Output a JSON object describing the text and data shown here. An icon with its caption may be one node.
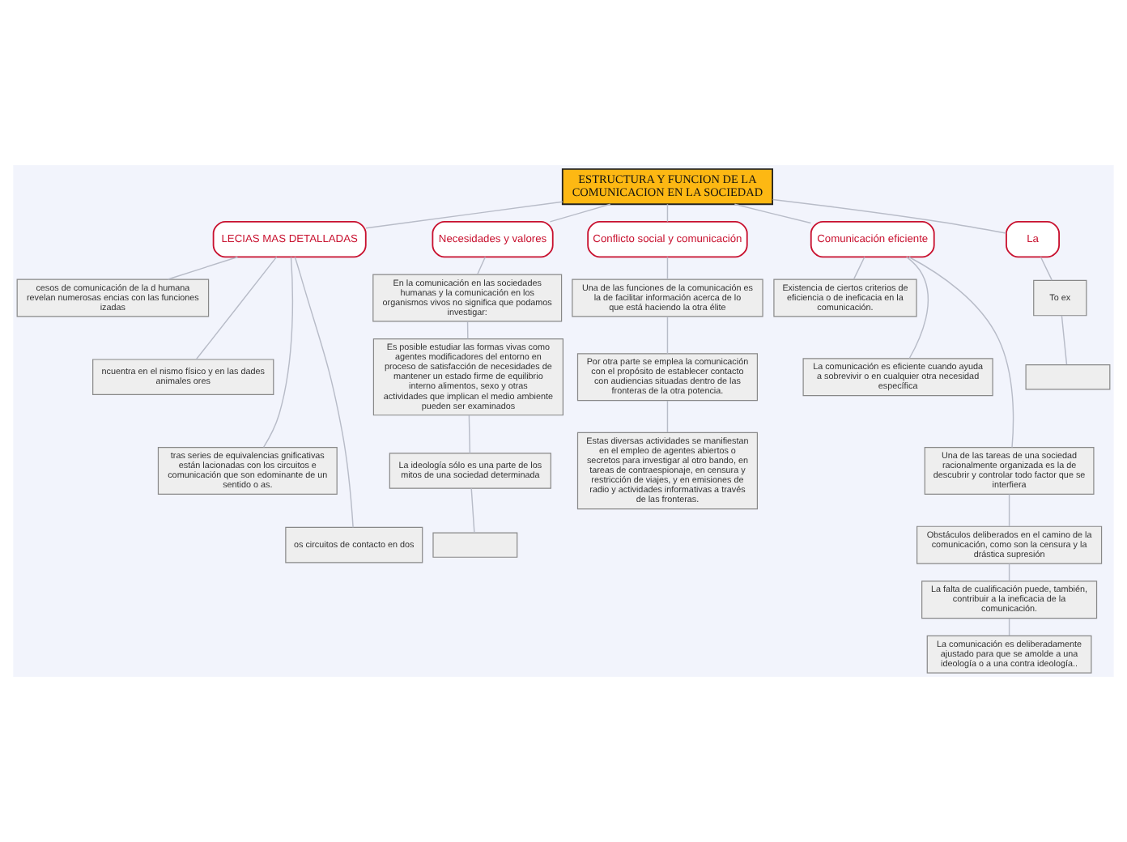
{
  "diagram": {
    "nodes": [
      {
        "text": [
          "ESTRUCTURA Y FUNCION DE LA COMUNICACION EN LA SOCIEDAD"
        ]
      },
      {
        "text": [
          "LECIAS MAS DETALLADAS"
        ]
      },
      {
        "text": [
          "cesos de comunicación de la d humana revelan numerosas encias con las funciones izadas"
        ]
      },
      {
        "text": [
          "ncuentra en el nismo físico y en las dades animales ores"
        ]
      },
      {
        "text": [
          "tras series de equivalencias gnificativas están lacionadas con los circuitos e comunicación que son edominante de un sentido o as."
        ]
      },
      {
        "text": [
          "os circuitos de contacto en dos"
        ]
      },
      {
        "text": [
          "Necesidades y valores"
        ]
      },
      {
        "text": [
          "En la comunicación en las sociedades humanas y la comunicación en los organismos vivos no significa que podamos investigar:"
        ]
      },
      {
        "text": [
          "Es posible estudiar las formas vivas como agentes modificadores del entorno en proceso de satisfacción de necesidades de mantener un estado firme de equilibrio interno alimentos, sexo y otras actividades que implican el medio ambiente pueden ser examinados"
        ]
      },
      {
        "text": [
          "La ideología sólo es una parte de los mitos de una sociedad determinada"
        ]
      },
      {
        "text": [],
        "shape": "box"
      },
      {
        "text": [
          "Conflicto social y comunicación"
        ]
      },
      {
        "text": [
          "Una de las funciones de la comunicación es la de facilitar información acerca de lo que está haciendo la otra élite"
        ]
      },
      {
        "text": [
          "Por otra parte se emplea la comunicación con el propósito de establecer contacto con audiencias situadas dentro de las fronteras de la otra potencia."
        ]
      },
      {
        "text": [
          "Estas diversas actividades se manifiestan en el empleo de agentes abiertos o secretos para investigar al otro bando, en tareas de contraespionaje, en censura y restricción de viajes, y en emisiones de radio y actividades informativas a través de las fronteras."
        ]
      },
      {
        "text": [
          "Comunicación eficiente"
        ]
      },
      {
        "text": [
          "Existencia de ciertos criterios de eficiencia o de ineficacia en la comunicación."
        ]
      },
      {
        "text": [
          "La comunicación es eficiente cuando ayuda a sobrevivir o en cualquier otra necesidad específica"
        ]
      },
      {
        "text": [
          "Una de las tareas de una sociedad racionalmente organizada es la de descubrir y controlar todo factor que se interfiera"
        ]
      },
      {
        "text": [
          "Obstáculos deliberados en el camino de la comunicación, como son la censura y la drástica supresión"
        ]
      },
      {
        "text": [
          "La falta de cualificación puede, también, contribuir a la ineficacia de la comunicación."
        ]
      },
      {
        "text": [
          "La comunicación es deliberadamente ajustado para que se amolde a una ideología o a una contra ideología.."
        ]
      },
      {
        "text": [
          "La"
        ]
      },
      {
        "text": [
          "To ex"
        ]
      },
      {
        "text": [],
        "shape": "box"
      }
    ],
    "edges": [
      {
        "from": 0,
        "to": 1,
        "arrow": "none"
      },
      {
        "from": 1,
        "to": 2,
        "arrow": "none"
      },
      {
        "from": 1,
        "to": 3,
        "arrow": "none"
      },
      {
        "from": 1,
        "to": 4,
        "arrow": "none"
      },
      {
        "from": 1,
        "to": 5,
        "arrow": "none"
      },
      {
        "from": 0,
        "to": 6,
        "arrow": "none"
      },
      {
        "from": 6,
        "to": 7,
        "arrow": "none"
      },
      {
        "from": 7,
        "to": 8,
        "arrow": "none"
      },
      {
        "from": 8,
        "to": 9,
        "arrow": "none"
      },
      {
        "from": 9,
        "to": 10,
        "arrow": "none"
      },
      {
        "from": 0,
        "to": 11,
        "arrow": "none"
      },
      {
        "from": 11,
        "to": 12,
        "arrow": "none"
      },
      {
        "from": 12,
        "to": 13,
        "arrow": "none"
      },
      {
        "from": 13,
        "to": 14,
        "arrow": "none"
      },
      {
        "from": 0,
        "to": 15,
        "arrow": "none"
      },
      {
        "from": 15,
        "to": 16,
        "arrow": "none"
      },
      {
        "from": 15,
        "to": 17,
        "arrow": "none"
      },
      {
        "from": 15,
        "to": 18,
        "arrow": "none"
      },
      {
        "from": 18,
        "to": 19,
        "arrow": "none"
      },
      {
        "from": 19,
        "to": 20,
        "arrow": "none"
      },
      {
        "from": 20,
        "to": 21,
        "arrow": "none"
      },
      {
        "from": 0,
        "to": 22,
        "arrow": "none"
      },
      {
        "from": 22,
        "to": 23,
        "arrow": "none"
      },
      {
        "from": 23,
        "to": 24,
        "arrow": "none"
      }
    ]
  }
}
